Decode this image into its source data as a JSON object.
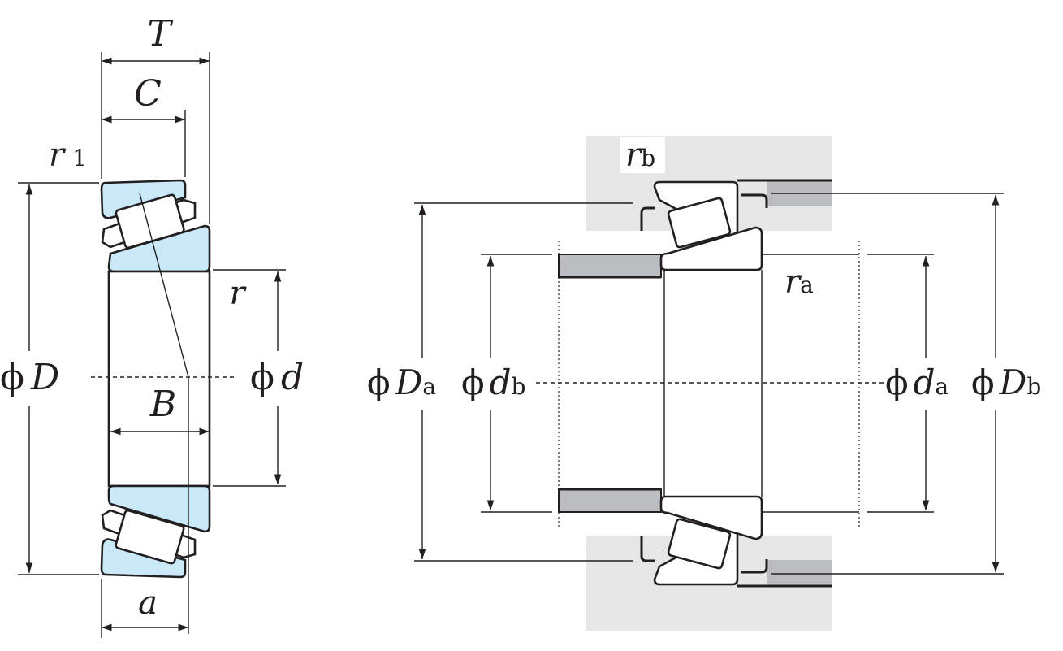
{
  "colors": {
    "ring_fill": "#c9e9f8",
    "housing_fill": "#e6e6e7",
    "shaft_fill": "#bcbdc0",
    "line": "#231f20"
  },
  "left_view": {
    "T": "T",
    "C": "C",
    "r1": "r",
    "r1_sub": "1",
    "r": "r",
    "phi_D": "ϕ",
    "D": "D",
    "phi_d": "ϕ",
    "d": "d",
    "B": "B",
    "a": "a"
  },
  "right_view": {
    "rb": "r",
    "rb_sub": "b",
    "ra": "r",
    "ra_sub": "a",
    "phi_Da": "ϕ",
    "Da": "D",
    "Da_sub": "a",
    "phi_db": "ϕ",
    "db": "d",
    "db_sub": "b",
    "phi_da": "ϕ",
    "da": "d",
    "da_sub": "a",
    "phi_Db": "ϕ",
    "Db": "D",
    "Db_sub": "b"
  }
}
